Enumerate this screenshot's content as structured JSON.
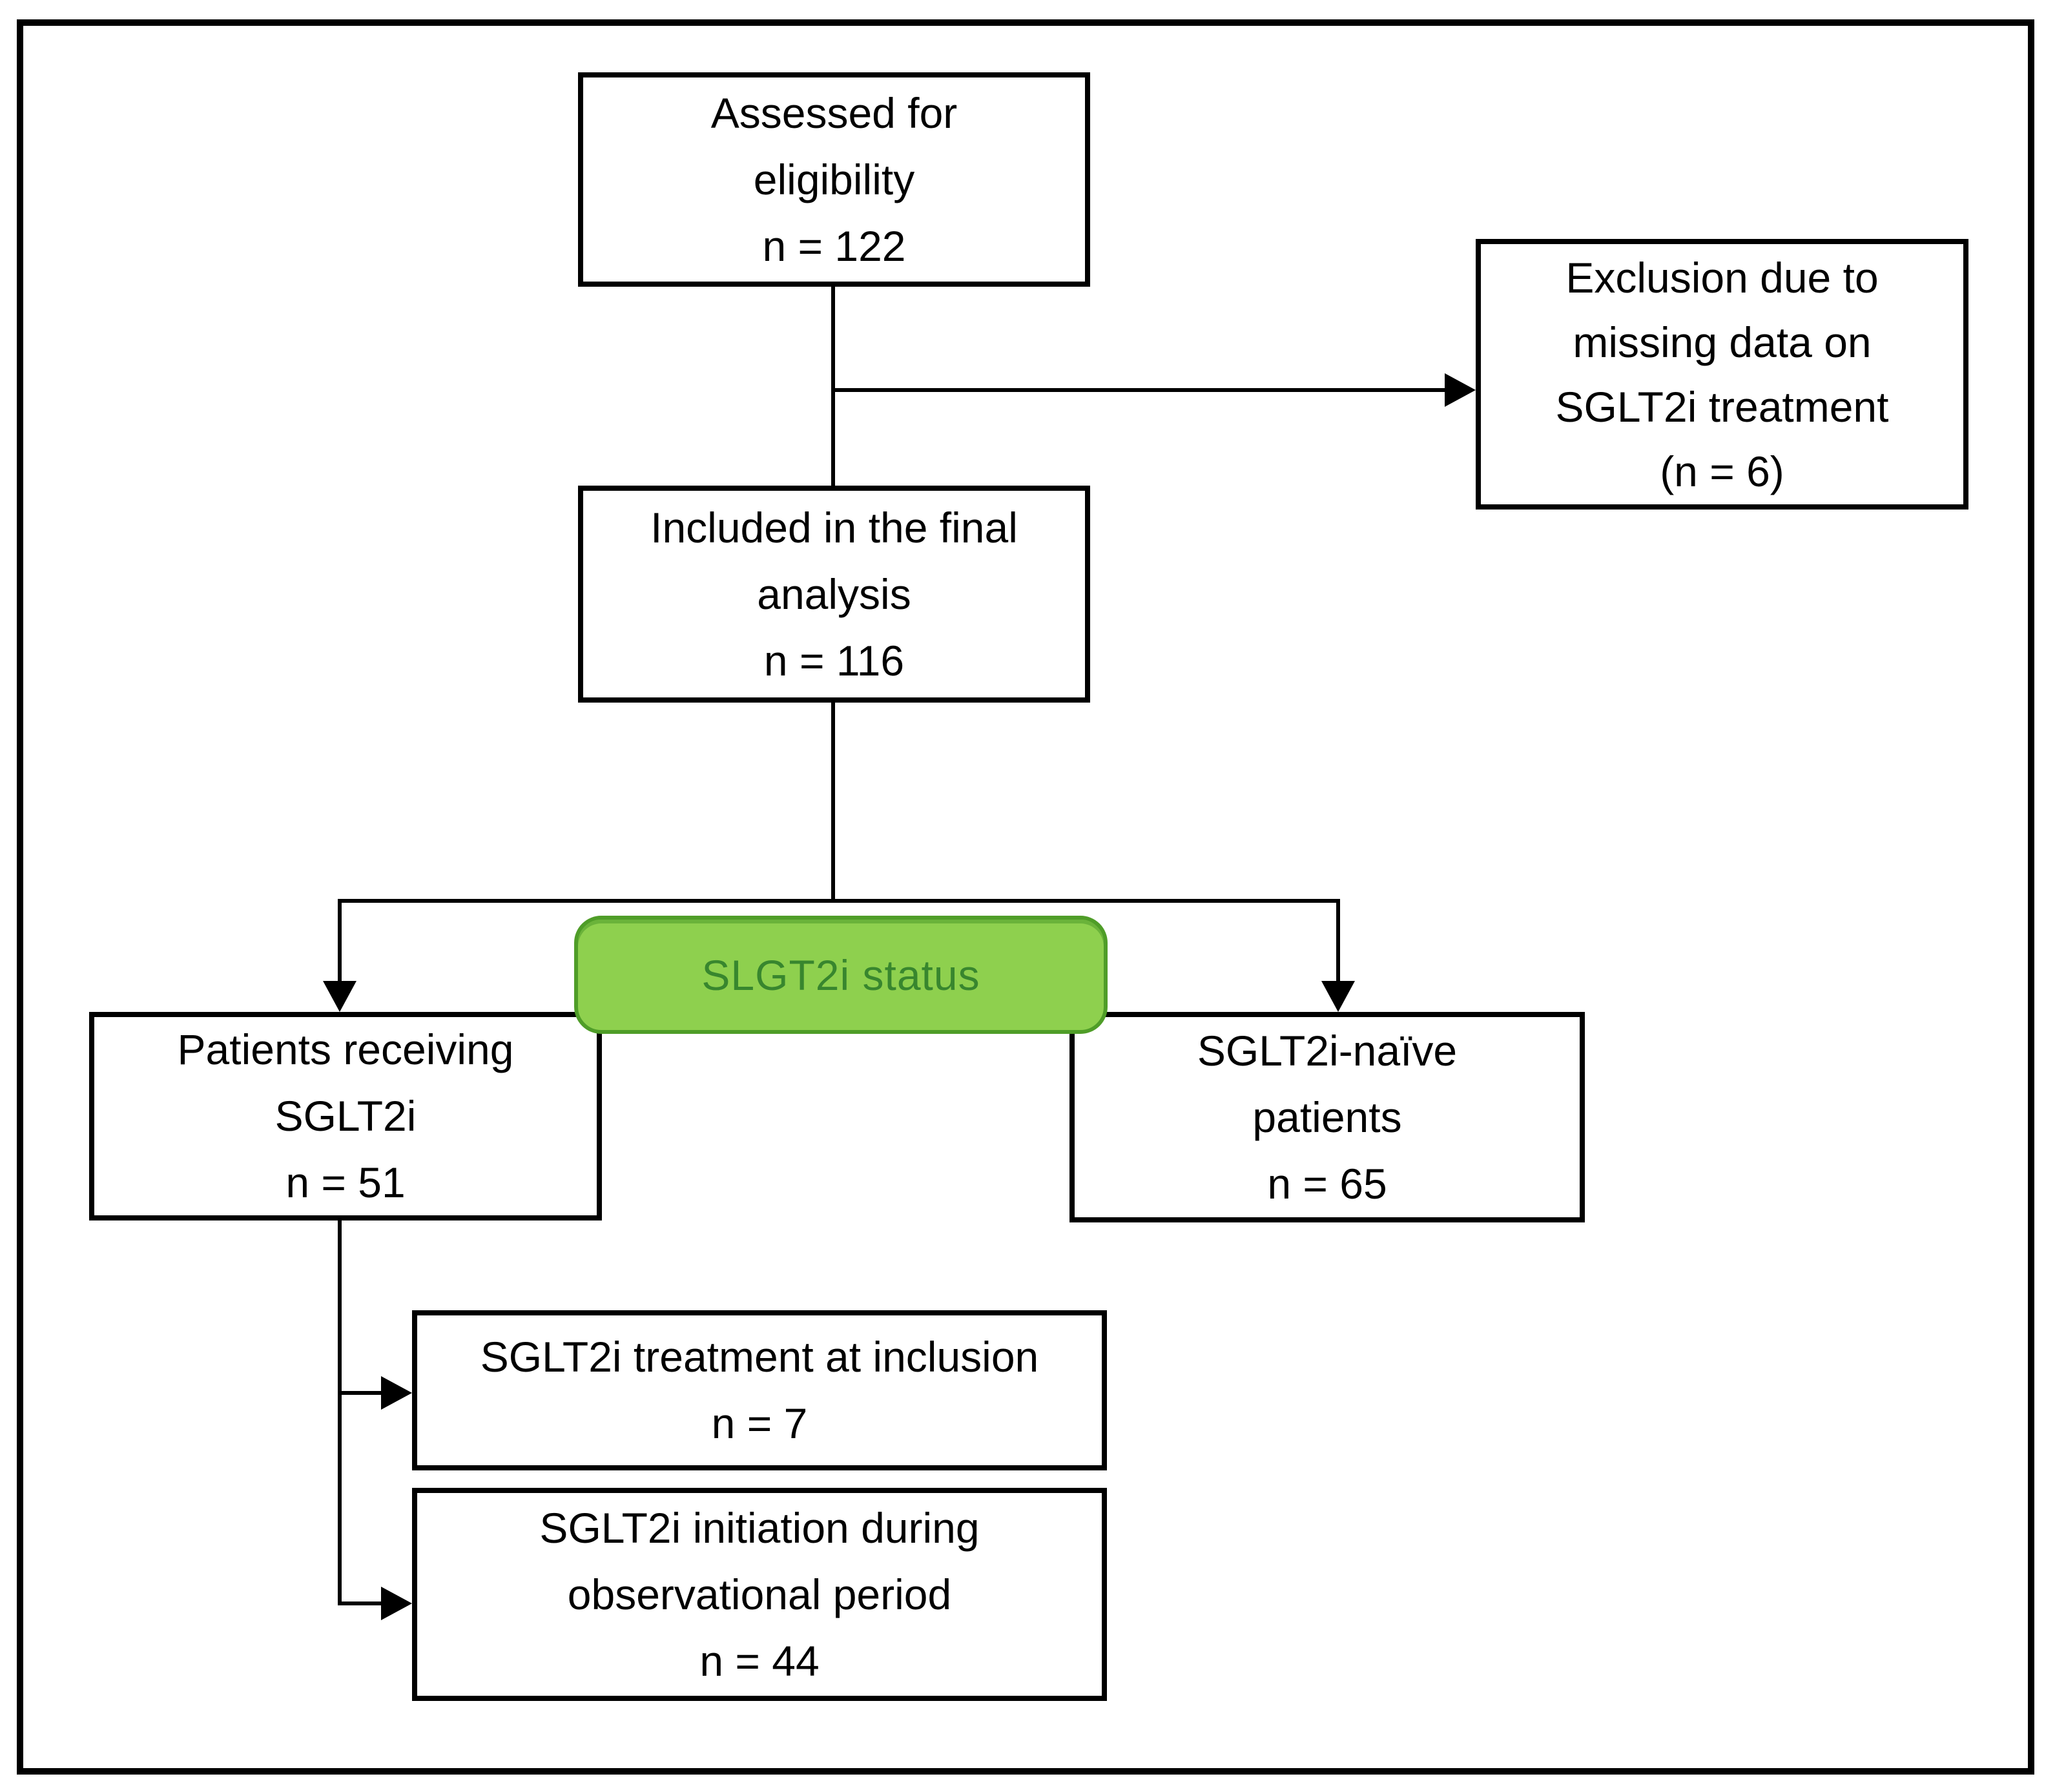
{
  "diagram": {
    "boxes": {
      "assessed": {
        "lines": [
          "Assessed for",
          "eligibility",
          "n = 122"
        ]
      },
      "excluded": {
        "lines": [
          "Exclusion due to",
          "missing data on",
          "SGLT2i treatment",
          "(n = 6)"
        ]
      },
      "included": {
        "lines": [
          "Included in the final",
          "analysis",
          "n = 116"
        ]
      },
      "status": {
        "label": "SLGT2i status"
      },
      "receiving": {
        "lines": [
          "Patients receiving",
          "SGLT2i",
          "n = 51"
        ]
      },
      "naive": {
        "lines": [
          "SGLT2i-naïve",
          "patients",
          "n = 65"
        ]
      },
      "at_inclusion": {
        "lines": [
          "SGLT2i treatment at inclusion",
          "n = 7"
        ]
      },
      "initiation": {
        "lines": [
          "SGLT2i initiation during",
          "observational period",
          "n = 44"
        ]
      }
    },
    "colors": {
      "background": "#ffffff",
      "line": "#000000",
      "box_border": "#000000",
      "box_fill": "#ffffff",
      "text": "#000000",
      "status_fill": "#8ed04e",
      "status_border": "#4f9d28",
      "status_text": "#38862e"
    }
  }
}
